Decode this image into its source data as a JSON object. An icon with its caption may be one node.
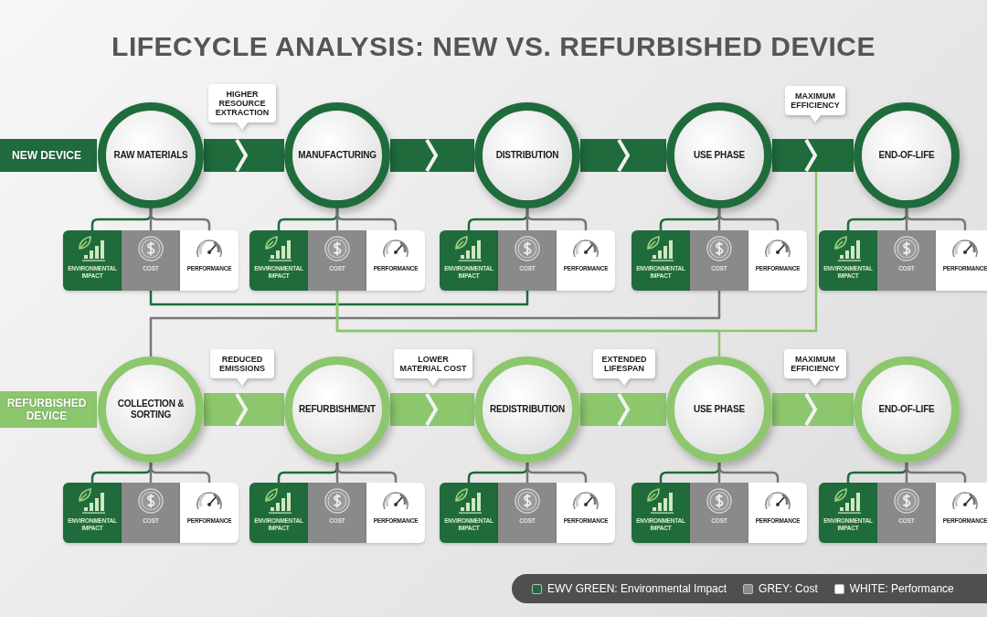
{
  "diagram": {
    "title": "LIFECYCLE ANALYSIS: NEW VS. REFURBISHED DEVICE",
    "nodes": [
      {
        "text": [
          "NEW DEVICE"
        ]
      },
      {
        "text": [
          "HIGHER RESOURCE EXTRACTION"
        ]
      },
      {
        "text": [
          "MAXIMUM EFFICIENCY"
        ]
      },
      {
        "text": [
          "RAW MATERIALS"
        ]
      },
      {
        "text": [
          "MANUFACTURING"
        ]
      },
      {
        "text": [
          "DISTRIBUTION"
        ]
      },
      {
        "text": [
          "USE PHASE"
        ]
      },
      {
        "text": [
          "END-OF-LIFE"
        ]
      },
      {
        "text": [
          "ENVIRONMENTAL IMPACT"
        ]
      },
      {
        "text": [
          "COST"
        ]
      },
      {
        "text": [
          "PERFORMANCE"
        ]
      },
      {
        "text": [
          "ENVIRONMENTAL IMPACT"
        ]
      },
      {
        "text": [
          "COST"
        ]
      },
      {
        "text": [
          "PERFORMANCE"
        ]
      },
      {
        "text": [
          "ENVIRONMENTAL IMPACT"
        ]
      },
      {
        "text": [
          "COST"
        ]
      },
      {
        "text": [
          "PERFORMANCE"
        ]
      },
      {
        "text": [
          "ENVIRONMENTAL IMPACT"
        ]
      },
      {
        "text": [
          "COST"
        ]
      },
      {
        "text": [
          "PERFORMANCE"
        ]
      },
      {
        "text": [
          "ENVIRONMENTAL IMPACT"
        ]
      },
      {
        "text": [
          "COST"
        ]
      },
      {
        "text": [
          "PERFORMANCE"
        ]
      },
      {
        "text": [
          "REFURBISHED DEVICE"
        ]
      },
      {
        "text": [
          "REDUCED EMISSIONS"
        ]
      },
      {
        "text": [
          "LOWER MATERIAL COST"
        ]
      },
      {
        "text": [
          "EXTENDED LIFESPAN"
        ]
      },
      {
        "text": [
          "MAXIMUM EFFICIENCY"
        ]
      },
      {
        "text": [
          "COLLECTION & SORTING"
        ]
      },
      {
        "text": [
          "REFURBISHMENT"
        ]
      },
      {
        "text": [
          "REDISTRIBUTION"
        ]
      },
      {
        "text": [
          "USE PHASE"
        ]
      },
      {
        "text": [
          "END-OF-LIFE"
        ]
      },
      {
        "text": [
          "ENVIRONMENTAL IMPACT"
        ]
      },
      {
        "text": [
          "COST"
        ]
      },
      {
        "text": [
          "PERFORMANCE"
        ]
      },
      {
        "text": [
          "ENVIRONMENTAL IMPACT"
        ]
      },
      {
        "text": [
          "COST"
        ]
      },
      {
        "text": [
          "PERFORMANCE"
        ]
      },
      {
        "text": [
          "ENVIRONMENTAL IMPACT"
        ]
      },
      {
        "text": [
          "COST"
        ]
      },
      {
        "text": [
          "PERFORMANCE"
        ]
      },
      {
        "text": [
          "ENVIRONMENTAL IMPACT"
        ]
      },
      {
        "text": [
          "COST"
        ]
      },
      {
        "text": [
          "PERFORMANCE"
        ]
      },
      {
        "text": [
          "ENVIRONMENTAL IMPACT"
        ]
      },
      {
        "text": [
          "COST"
        ]
      },
      {
        "text": [
          "PERFORMANCE"
        ]
      }
    ],
    "edges": [
      {
        "from": 3,
        "to": 4,
        "arrow": "to",
        "style": "thick",
        "color": "#1f6b3c"
      },
      {
        "from": 4,
        "to": 5,
        "arrow": "to",
        "style": "thick",
        "color": "#1f6b3c"
      },
      {
        "from": 5,
        "to": 6,
        "arrow": "to",
        "style": "thick",
        "color": "#1f6b3c"
      },
      {
        "from": 6,
        "to": 7,
        "arrow": "to",
        "style": "thick",
        "color": "#1f6b3c"
      },
      {
        "from": 3,
        "to": 8,
        "arrow": "none",
        "color": "#1f6b3c"
      },
      {
        "from": 3,
        "to": 9,
        "arrow": "none"
      },
      {
        "from": 3,
        "to": 10,
        "arrow": "none"
      },
      {
        "from": 4,
        "to": 11,
        "arrow": "none",
        "color": "#1f6b3c"
      },
      {
        "from": 4,
        "to": 12,
        "arrow": "none"
      },
      {
        "from": 4,
        "to": 13,
        "arrow": "none"
      },
      {
        "from": 5,
        "to": 14,
        "arrow": "none",
        "color": "#1f6b3c"
      },
      {
        "from": 5,
        "to": 15,
        "arrow": "none"
      },
      {
        "from": 5,
        "to": 16,
        "arrow": "none"
      },
      {
        "from": 6,
        "to": 17,
        "arrow": "none",
        "color": "#1f6b3c"
      },
      {
        "from": 6,
        "to": 18,
        "arrow": "none"
      },
      {
        "from": 6,
        "to": 19,
        "arrow": "none"
      },
      {
        "from": 7,
        "to": 20,
        "arrow": "none",
        "color": "#1f6b3c"
      },
      {
        "from": 7,
        "to": 21,
        "arrow": "none"
      },
      {
        "from": 7,
        "to": 22,
        "arrow": "none"
      },
      {
        "from": 28,
        "to": 29,
        "arrow": "to",
        "style": "thick",
        "color": "#8cc66d"
      },
      {
        "from": 29,
        "to": 30,
        "arrow": "to",
        "style": "thick",
        "color": "#8cc66d"
      },
      {
        "from": 30,
        "to": 31,
        "arrow": "to",
        "style": "thick",
        "color": "#8cc66d"
      },
      {
        "from": 31,
        "to": 32,
        "arrow": "to",
        "style": "thick",
        "color": "#8cc66d"
      },
      {
        "from": 28,
        "to": 33,
        "arrow": "none",
        "color": "#1f6b3c"
      },
      {
        "from": 28,
        "to": 34,
        "arrow": "none"
      },
      {
        "from": 28,
        "to": 35,
        "arrow": "none"
      },
      {
        "from": 29,
        "to": 36,
        "arrow": "none",
        "color": "#1f6b3c"
      },
      {
        "from": 29,
        "to": 37,
        "arrow": "none"
      },
      {
        "from": 29,
        "to": 38,
        "arrow": "none"
      },
      {
        "from": 30,
        "to": 39,
        "arrow": "none",
        "color": "#1f6b3c"
      },
      {
        "from": 30,
        "to": 40,
        "arrow": "none"
      },
      {
        "from": 30,
        "to": 41,
        "arrow": "none"
      },
      {
        "from": 31,
        "to": 42,
        "arrow": "none",
        "color": "#1f6b3c"
      },
      {
        "from": 31,
        "to": 43,
        "arrow": "none"
      },
      {
        "from": 31,
        "to": 44,
        "arrow": "none"
      },
      {
        "from": 32,
        "to": 45,
        "arrow": "none",
        "color": "#1f6b3c"
      },
      {
        "from": 32,
        "to": 46,
        "arrow": "none"
      },
      {
        "from": 32,
        "to": 47,
        "arrow": "none"
      },
      {
        "from": 9,
        "to": 15,
        "arrow": "none",
        "color": "#1f6b3c"
      },
      {
        "from": 18,
        "to": 28,
        "arrow": "none"
      },
      {
        "from": 12,
        "to": 31,
        "arrow": "none",
        "color": "#8cc66d"
      },
      {
        "from": 12,
        "to": null,
        "arrow": "none",
        "color": "#8cc66d"
      }
    ],
    "legend": [
      {
        "text": "EWV GREEN: Environmental Impact",
        "color": "#1f6b3c"
      },
      {
        "text": "GREY: Cost",
        "color": "#8a8a8a"
      },
      {
        "text": "WHITE: Performance",
        "color": "#ffffff"
      }
    ]
  }
}
